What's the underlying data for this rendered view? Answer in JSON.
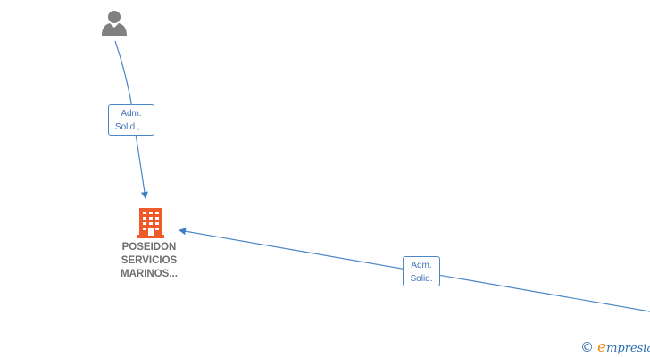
{
  "nodes": {
    "person": {
      "icon": "person-icon",
      "color": "#808080"
    },
    "company": {
      "icon": "building-icon",
      "color": "#f05a28",
      "label_lines": [
        "POSEIDON",
        "SERVICIOS",
        "MARINOS..."
      ]
    }
  },
  "edges": [
    {
      "from": "person",
      "to": "company",
      "label_lines": [
        "Adm.",
        "Solid.,..."
      ]
    },
    {
      "from": "off-canvas",
      "to": "company",
      "label_lines": [
        "Adm.",
        "Solid."
      ]
    }
  ],
  "edge_color": "#4a86c8",
  "watermark": {
    "copyright_symbol": "©",
    "brand_first": "e",
    "brand_rest": "mpresia",
    "brand_first_color": "#f08a1c",
    "brand_color": "#2e6db0"
  }
}
